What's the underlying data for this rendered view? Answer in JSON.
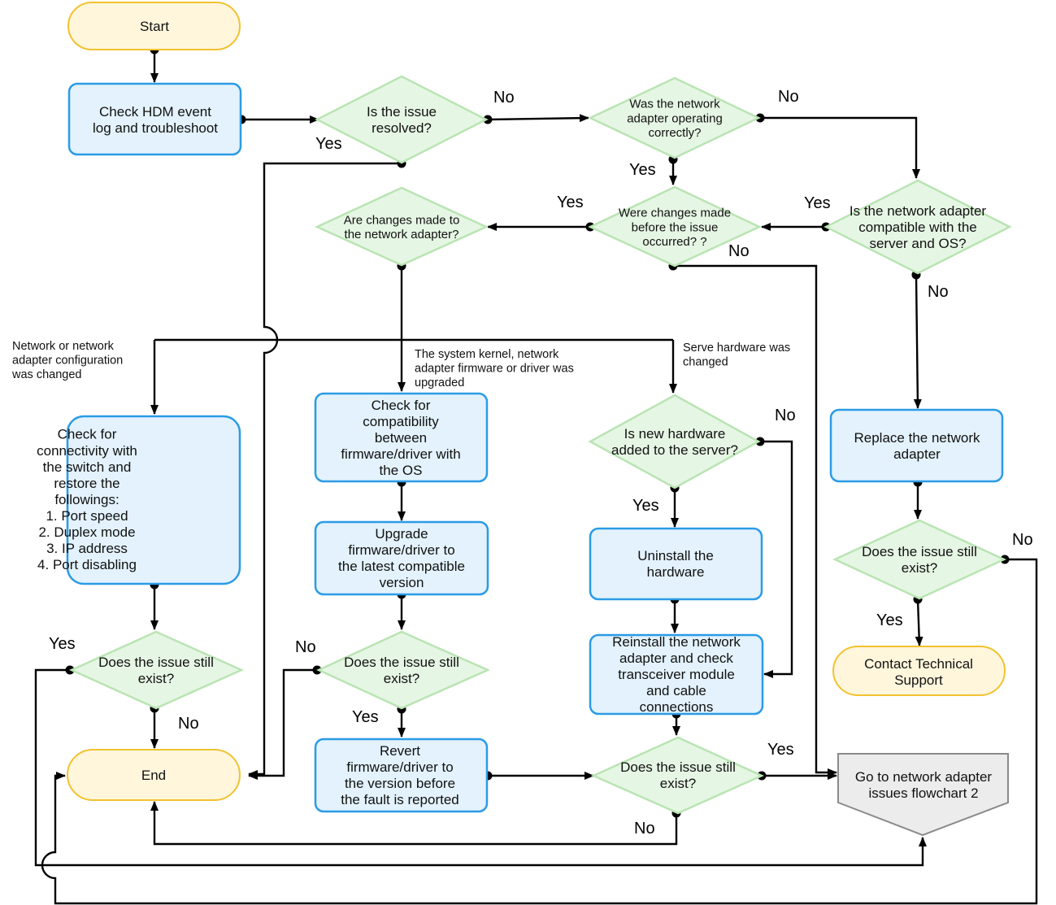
{
  "nodes": {
    "start": {
      "lines": [
        "Start"
      ]
    },
    "check_hdm": {
      "lines": [
        "Check HDM event",
        "log and troubleshoot"
      ]
    },
    "q_resolved": {
      "lines": [
        "Is the issue",
        "resolved?"
      ]
    },
    "q_operating": {
      "lines": [
        "Was the network",
        "adapter operating",
        "correctly?"
      ]
    },
    "q_compatible": {
      "lines": [
        "Is the network adapter",
        "compatible with the",
        "server and OS?"
      ]
    },
    "q_changes_before": {
      "lines": [
        "Were changes made",
        "before the issue",
        "occurred? ?"
      ]
    },
    "q_changes_adapter": {
      "lines": [
        "Are changes made to",
        "the network adapter?"
      ]
    },
    "check_connectivity": {
      "lines": [
        "Check for",
        "connectivity with",
        "the switch and",
        "restore the",
        "followings:",
        "1. Port speed",
        "2. Duplex mode",
        "3. IP address",
        "4. Port disabling"
      ]
    },
    "check_compat_fw": {
      "lines": [
        "Check for",
        "compatibility",
        "between",
        "firmware/driver with",
        "the OS"
      ]
    },
    "upgrade_fw": {
      "lines": [
        "Upgrade",
        "firmware/driver to",
        "the latest compatible",
        "version"
      ]
    },
    "q_new_hw": {
      "lines": [
        "Is new hardware",
        "added to the server?"
      ]
    },
    "uninstall_hw": {
      "lines": [
        "Uninstall the",
        "hardware"
      ]
    },
    "reinstall_adapter": {
      "lines": [
        "Reinstall the network",
        "adapter and check",
        "transceiver module",
        "and cable",
        "connections"
      ]
    },
    "replace_adapter": {
      "lines": [
        "Replace the network",
        "adapter"
      ]
    },
    "q_exist_right": {
      "lines": [
        "Does the issue still",
        "exist?"
      ]
    },
    "contact_support": {
      "lines": [
        "Contact Technical",
        "Support"
      ]
    },
    "q_exist_left": {
      "lines": [
        "Does the issue still",
        "exist?"
      ]
    },
    "q_exist_mid": {
      "lines": [
        "Does the issue still",
        "exist?"
      ]
    },
    "revert_fw": {
      "lines": [
        "Revert",
        "firmware/driver to",
        "the version before",
        "the fault is reported"
      ]
    },
    "q_exist_hw": {
      "lines": [
        "Does the issue still",
        "exist?"
      ]
    },
    "end": {
      "lines": [
        "End"
      ]
    },
    "flowchart2": {
      "lines": [
        "Go to network adapter",
        "issues flowchart 2"
      ]
    }
  },
  "edge_labels": {
    "resolved_no": "No",
    "resolved_yes": "Yes",
    "operating_no": "No",
    "operating_yes": "Yes",
    "compatible_yes": "Yes",
    "compatible_no": "No",
    "changes_before_yes": "Yes",
    "changes_before_no": "No",
    "new_hw_no": "No",
    "new_hw_yes": "Yes",
    "exist_right_no": "No",
    "exist_right_yes": "Yes",
    "exist_left_yes": "Yes",
    "exist_left_no": "No",
    "exist_mid_no": "No",
    "exist_mid_yes": "Yes",
    "exist_hw_yes": "Yes",
    "exist_hw_no": "No"
  },
  "branch_notes": {
    "config_changed": [
      "Network or network",
      "adapter configuration",
      "was changed"
    ],
    "kernel_upgraded": [
      "The system kernel, network",
      "adapter firmware or driver was",
      "upgraded"
    ],
    "hardware_changed": [
      "Serve hardware was",
      "changed"
    ]
  },
  "colors": {
    "process_fill": "#e3f2fc",
    "process_stroke": "#2b9be6",
    "decision_fill": "#e6f6e4",
    "decision_stroke": "#b9e4b3",
    "terminal_fill": "#fff6dc",
    "terminal_stroke": "#f2c230",
    "offpage_fill": "#ececec",
    "offpage_stroke": "#8a8a8a",
    "line": "#000000"
  }
}
